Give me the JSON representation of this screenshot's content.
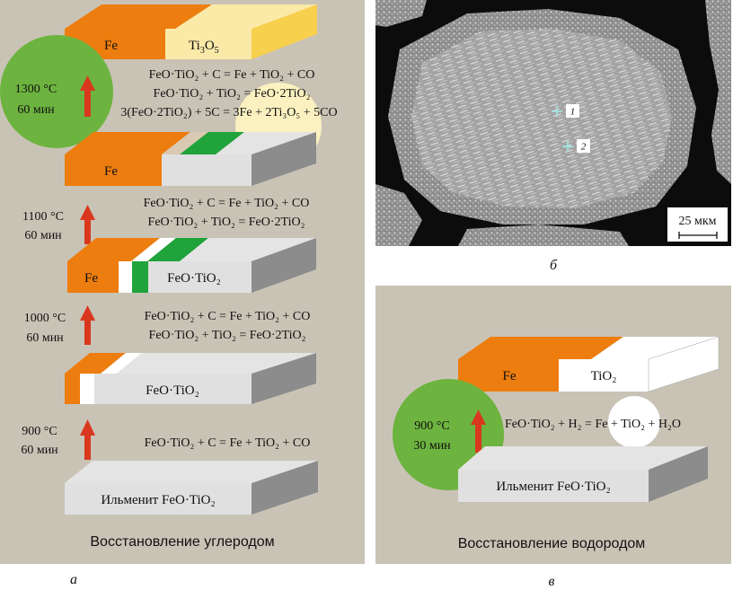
{
  "colors": {
    "panel_bg": "#c9c3b6",
    "orange": "#ed7d0e",
    "yellow": "#f7d04e",
    "yellow_light": "#fbe9a8",
    "green": "#1fa33a",
    "green_circle": "#6db33f",
    "grey_front": "#dfdfdf",
    "grey_side": "#8c8c8c",
    "grey_top": "#c9c9c9",
    "arrow_red": "#d9381e"
  },
  "panel_a": {
    "letter": "а",
    "caption": "Восстановление углеродом",
    "box_top": {
      "label_fe": "Fe",
      "label_ti": "Ti",
      "label_ti_sub": "3",
      "label_o": "O",
      "label_o_sub": "5"
    },
    "circle": {
      "temp": "1300 °C",
      "time": "60 мин"
    },
    "reactions_top": {
      "r1": "FeO·TiO₂ + C = Fe + TiO₂ + CO",
      "r2": "FeO·TiO₂ + TiO₂ = FeO·2TiO₂",
      "r3": "3(FeO·2TiO₂) + 5C = 3Fe + 2Ti₃O₅ + 5CO"
    },
    "box_fe": {
      "label": "Fe"
    },
    "step_1100": {
      "temp": "1100 °C",
      "time": "60 мин",
      "r1": "FeO·TiO₂ + C = Fe + TiO₂ + CO",
      "r2": "FeO·TiO₂ + TiO₂ = FeO·2TiO₂"
    },
    "box_fe_feotio2": {
      "label_fe": "Fe",
      "label_right": "FeO·TiO₂"
    },
    "step_1000": {
      "temp": "1000 °C",
      "time": "60 мин",
      "r1": "FeO·TiO₂ + C = Fe + TiO₂ + CO",
      "r2": "FeO·TiO₂ + TiO₂ = FeO·2TiO₂"
    },
    "box_feotio2": {
      "label": "FeO·TiO₂"
    },
    "step_900": {
      "temp": "900 °C",
      "time": "60 мин",
      "r1": "FeO·TiO₂ + C = Fe + TiO₂ + CO"
    },
    "box_ilmenite": {
      "label": "Ильменит FeO·TiO₂"
    }
  },
  "panel_b": {
    "letter": "б",
    "point_1": "1",
    "point_2": "2",
    "scale_label": "25 мкм"
  },
  "panel_v": {
    "letter": "в",
    "caption": "Восстановление водородом",
    "box_top": {
      "label_fe": "Fe",
      "label_right": "TiO₂"
    },
    "circle": {
      "temp": "900 °C",
      "time": "30 мин"
    },
    "reaction": "FeO·TiO₂ + H₂ = Fe + TiO₂ + H₂O",
    "box_bottom": {
      "label": "Ильменит FeO·TiO₂"
    }
  }
}
